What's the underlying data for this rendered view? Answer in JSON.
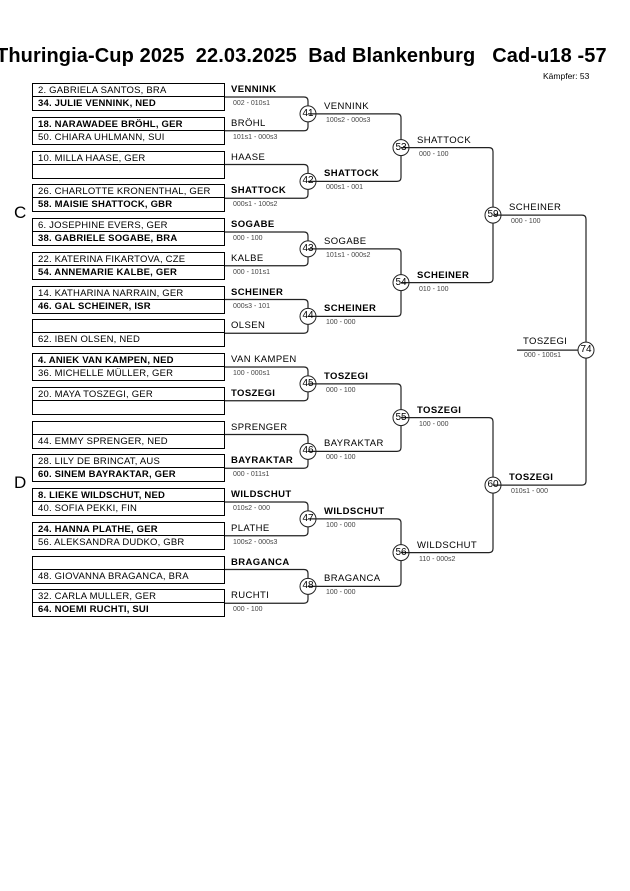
{
  "header": {
    "title": "Thuringia-Cup 2025  22.03.2025  Bad Blankenburg   Cad-u18 -57",
    "fighters": "Kämpfer: 53"
  },
  "pools": [
    "C",
    "D"
  ],
  "pairs": [
    {
      "top": {
        "text": "2. GABRIELA SANTOS, BRA",
        "bold": false
      },
      "bottom": {
        "text": "34. JULIE VENNINK, NED",
        "bold": true
      },
      "winner": "VENNINK",
      "wbold": true,
      "score": "002 - 010s1"
    },
    {
      "top": {
        "text": "18. NARAWADEE BRÖHL, GER",
        "bold": true
      },
      "bottom": {
        "text": "50. CHIARA UHLMANN, SUI",
        "bold": false
      },
      "winner": "BRÖHL",
      "wbold": false,
      "score": "101s1 - 000s3"
    },
    {
      "top": {
        "text": "10. MILLA HAASE, GER",
        "bold": false
      },
      "bottom": {
        "text": "",
        "bold": false
      },
      "winner": "HAASE",
      "wbold": false,
      "score": ""
    },
    {
      "top": {
        "text": "26. CHARLOTTE KRONENTHAL, GER",
        "bold": false
      },
      "bottom": {
        "text": "58. MAISIE SHATTOCK, GBR",
        "bold": true
      },
      "winner": "SHATTOCK",
      "wbold": true,
      "score": "000s1 - 100s2"
    },
    {
      "top": {
        "text": "6. JOSEPHINE EVERS, GER",
        "bold": false
      },
      "bottom": {
        "text": "38. GABRIELE SOGABE, BRA",
        "bold": true
      },
      "winner": "SOGABE",
      "wbold": true,
      "score": "000 - 100"
    },
    {
      "top": {
        "text": "22. KATERINA FIKARTOVA, CZE",
        "bold": false
      },
      "bottom": {
        "text": "54. ANNEMARIE KALBE, GER",
        "bold": true
      },
      "winner": "KALBE",
      "wbold": false,
      "score": "000 - 101s1"
    },
    {
      "top": {
        "text": "14. KATHARINA NARRAIN, GER",
        "bold": false
      },
      "bottom": {
        "text": "46. GAL SCHEINER, ISR",
        "bold": true
      },
      "winner": "SCHEINER",
      "wbold": true,
      "score": "000s3 - 101"
    },
    {
      "top": {
        "text": "",
        "bold": false
      },
      "bottom": {
        "text": "62. IBEN OLSEN, NED",
        "bold": false
      },
      "winner": "OLSEN",
      "wbold": false,
      "score": ""
    },
    {
      "top": {
        "text": "4. ANIEK VAN KAMPEN, NED",
        "bold": true
      },
      "bottom": {
        "text": "36. MICHELLE MÜLLER, GER",
        "bold": false
      },
      "winner": "VAN KAMPEN",
      "wbold": false,
      "score": "100 - 000s1"
    },
    {
      "top": {
        "text": "20. MAYA TOSZEGI, GER",
        "bold": false
      },
      "bottom": {
        "text": "",
        "bold": false
      },
      "winner": "TOSZEGI",
      "wbold": true,
      "score": ""
    },
    {
      "top": {
        "text": "",
        "bold": false
      },
      "bottom": {
        "text": "44. EMMY SPRENGER, NED",
        "bold": false
      },
      "winner": "SPRENGER",
      "wbold": false,
      "score": ""
    },
    {
      "top": {
        "text": "28. LILY DE BRINCAT, AUS",
        "bold": false
      },
      "bottom": {
        "text": "60. SINEM BAYRAKTAR, GER",
        "bold": true
      },
      "winner": "BAYRAKTAR",
      "wbold": true,
      "score": "000 - 011s1"
    },
    {
      "top": {
        "text": "8. LIEKE WILDSCHUT, NED",
        "bold": true
      },
      "bottom": {
        "text": "40. SOFIA PEKKI, FIN",
        "bold": false
      },
      "winner": "WILDSCHUT",
      "wbold": true,
      "score": "010s2 - 000"
    },
    {
      "top": {
        "text": "24. HANNA PLATHE, GER",
        "bold": true
      },
      "bottom": {
        "text": "56. ALEKSANDRA DUDKO, GBR",
        "bold": false
      },
      "winner": "PLATHE",
      "wbold": false,
      "score": "100s2 - 000s3"
    },
    {
      "top": {
        "text": "",
        "bold": false
      },
      "bottom": {
        "text": "48. GIOVANNA BRAGANCA, BRA",
        "bold": false
      },
      "winner": "BRAGANCA",
      "wbold": true,
      "score": ""
    },
    {
      "top": {
        "text": "32. CARLA MULLER, GER",
        "bold": false
      },
      "bottom": {
        "text": "64. NOEMI RUCHTI, SUI",
        "bold": true
      },
      "winner": "RUCHTI",
      "wbold": false,
      "score": "000 - 100"
    }
  ],
  "rounds": [
    [
      {
        "num": "41",
        "winner": "VENNINK",
        "bold": false,
        "score": "100s2 - 000s3"
      },
      {
        "num": "42",
        "winner": "SHATTOCK",
        "bold": true,
        "score": "000s1 - 001"
      },
      {
        "num": "43",
        "winner": "SOGABE",
        "bold": false,
        "score": "101s1 - 000s2"
      },
      {
        "num": "44",
        "winner": "SCHEINER",
        "bold": true,
        "score": "100 - 000"
      },
      {
        "num": "45",
        "winner": "TOSZEGI",
        "bold": true,
        "score": "000 - 100"
      },
      {
        "num": "46",
        "winner": "BAYRAKTAR",
        "bold": false,
        "score": "000 - 100"
      },
      {
        "num": "47",
        "winner": "WILDSCHUT",
        "bold": true,
        "score": "100 - 000"
      },
      {
        "num": "48",
        "winner": "BRAGANCA",
        "bold": false,
        "score": "100 - 000"
      }
    ],
    [
      {
        "num": "53",
        "winner": "SHATTOCK",
        "bold": false,
        "score": "000 - 100"
      },
      {
        "num": "54",
        "winner": "SCHEINER",
        "bold": true,
        "score": "010 - 100"
      },
      {
        "num": "55",
        "winner": "TOSZEGI",
        "bold": true,
        "score": "100 - 000"
      },
      {
        "num": "56",
        "winner": "WILDSCHUT",
        "bold": false,
        "score": "110 - 000s2"
      }
    ],
    [
      {
        "num": "59",
        "winner": "SCHEINER",
        "bold": false,
        "score": "000 - 100"
      },
      {
        "num": "60",
        "winner": "TOSZEGI",
        "bold": true,
        "score": "010s1 - 000"
      }
    ],
    [
      {
        "num": "74",
        "winner": "TOSZEGI",
        "bold": false,
        "score": "000 - 100s1"
      }
    ]
  ]
}
